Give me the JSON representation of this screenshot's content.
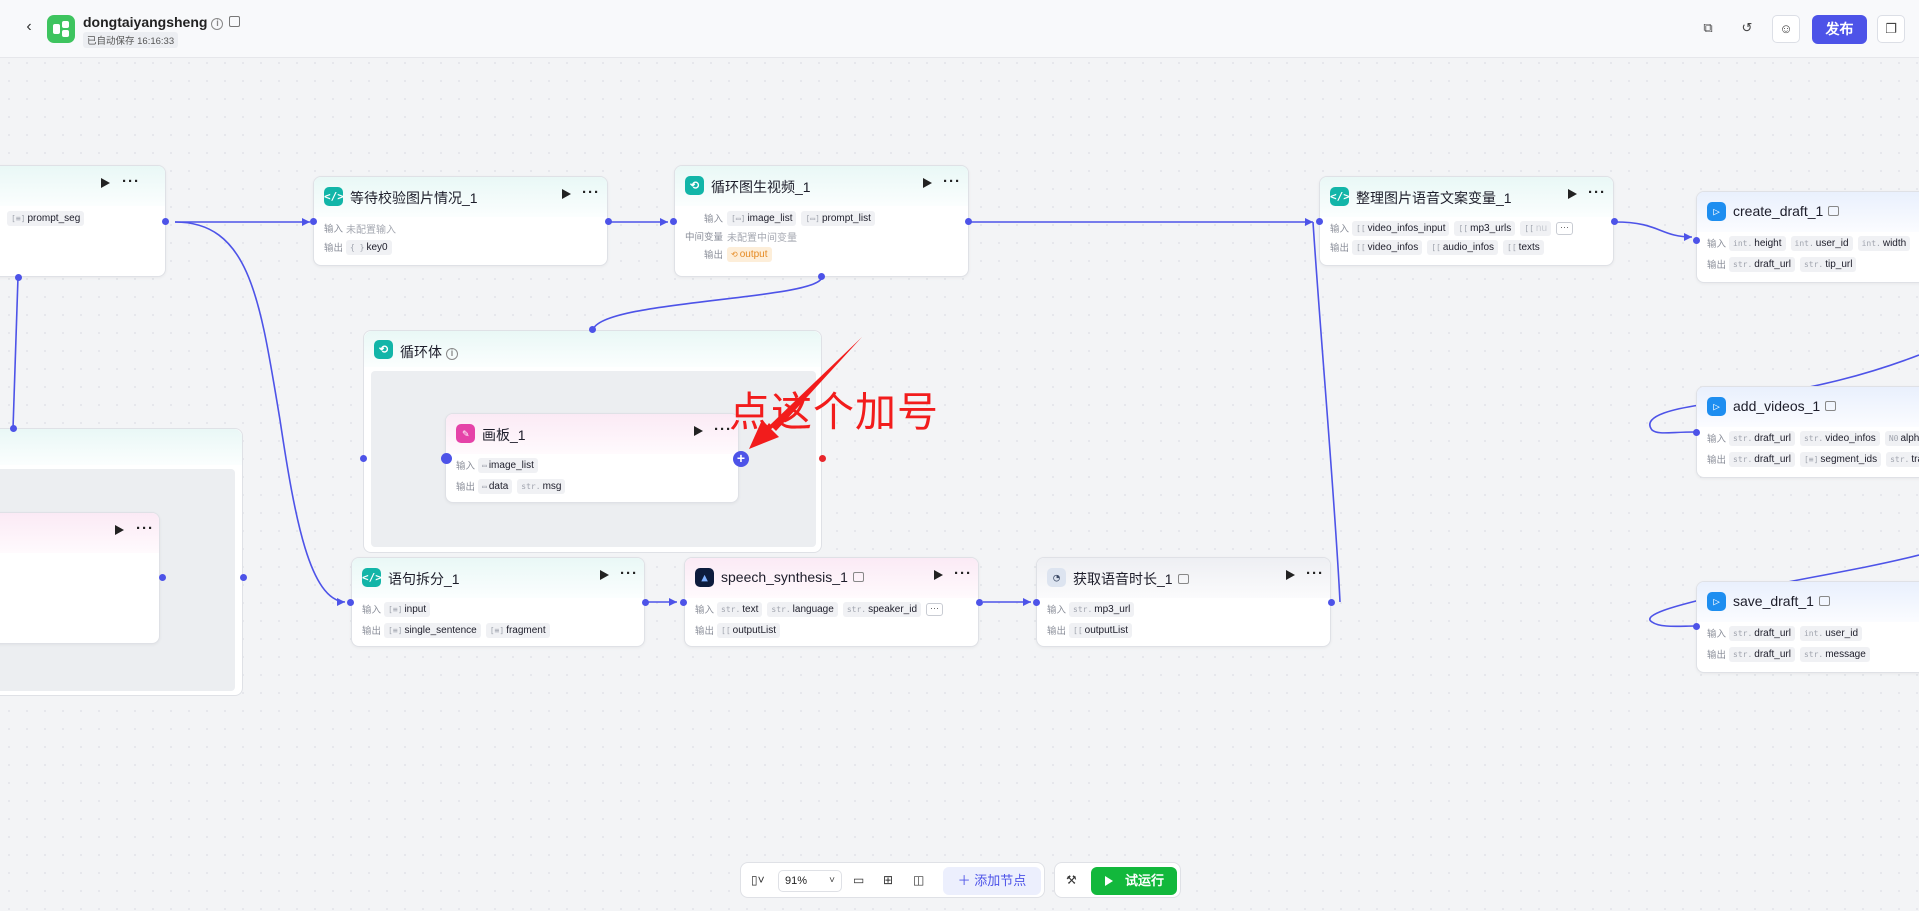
{
  "header": {
    "app_name": "dongtaiyangsheng",
    "autosave": "已自动保存 16:16:33",
    "publish_label": "发布",
    "brand_color": "#4d53e8"
  },
  "nodes": {
    "left_top": {
      "in_tag": "prompt_seg"
    },
    "wait_check": {
      "title": "等待校验图片情况_1",
      "in_label": "输入",
      "in_placeholder": "未配置输入",
      "out_label": "输出",
      "out_tag": "key0",
      "out_type": "{ }"
    },
    "loop_img_video": {
      "title": "循环图生视频_1",
      "in_label": "输入",
      "in_tags": [
        "image_list",
        "prompt_list"
      ],
      "mid_label": "中间变量",
      "mid_placeholder": "未配置中间变量",
      "out_label": "输出",
      "out_tag": "output"
    },
    "organize": {
      "title": "整理图片语音文案变量_1",
      "in_label": "输入",
      "in_tags": [
        "video_infos_input",
        "mp3_urls",
        "nu"
      ],
      "out_label": "输出",
      "out_tags": [
        "video_infos",
        "audio_infos",
        "texts"
      ]
    },
    "create_draft": {
      "title": "create_draft_1",
      "in_label": "输入",
      "in_tags": [
        "height",
        "user_id",
        "width"
      ],
      "out_label": "输出",
      "out_tags": [
        "draft_url",
        "tip_url"
      ]
    },
    "add_videos": {
      "title": "add_videos_1",
      "in_label": "输入",
      "in_tags": [
        "draft_url",
        "video_infos",
        "alpha"
      ],
      "out_label": "输出",
      "out_tags": [
        "draft_url",
        "segment_ids",
        "trac"
      ]
    },
    "save_draft": {
      "title": "save_draft_1",
      "in_label": "输入",
      "in_tags": [
        "draft_url",
        "user_id"
      ],
      "out_label": "输出",
      "out_tags": [
        "draft_url",
        "message"
      ]
    },
    "loop_body": {
      "title": "循环体"
    },
    "canvas": {
      "title": "画板_1",
      "in_label": "输入",
      "in_tag": "image_list",
      "out_label": "输出",
      "out_tags": [
        "data",
        "msg"
      ]
    },
    "sentence_split": {
      "title": "语句拆分_1",
      "in_label": "输入",
      "in_tag": "input",
      "out_label": "输出",
      "out_tags": [
        "single_sentence",
        "fragment"
      ]
    },
    "speech": {
      "title": "speech_synthesis_1",
      "in_label": "输入",
      "in_tags": [
        "text",
        "language",
        "speaker_id"
      ],
      "out_label": "输出",
      "out_tag": "outputList"
    },
    "voice_len": {
      "title": "获取语音时长_1",
      "in_label": "输入",
      "in_tag": "mp3_url",
      "out_label": "输出",
      "out_tag": "outputList"
    }
  },
  "annotation": {
    "text": "点这个加号",
    "color": "#f21c1c"
  },
  "toolbar": {
    "zoom": "91%",
    "add_node_label": "添加节点",
    "trial_run_label": "试运行"
  }
}
